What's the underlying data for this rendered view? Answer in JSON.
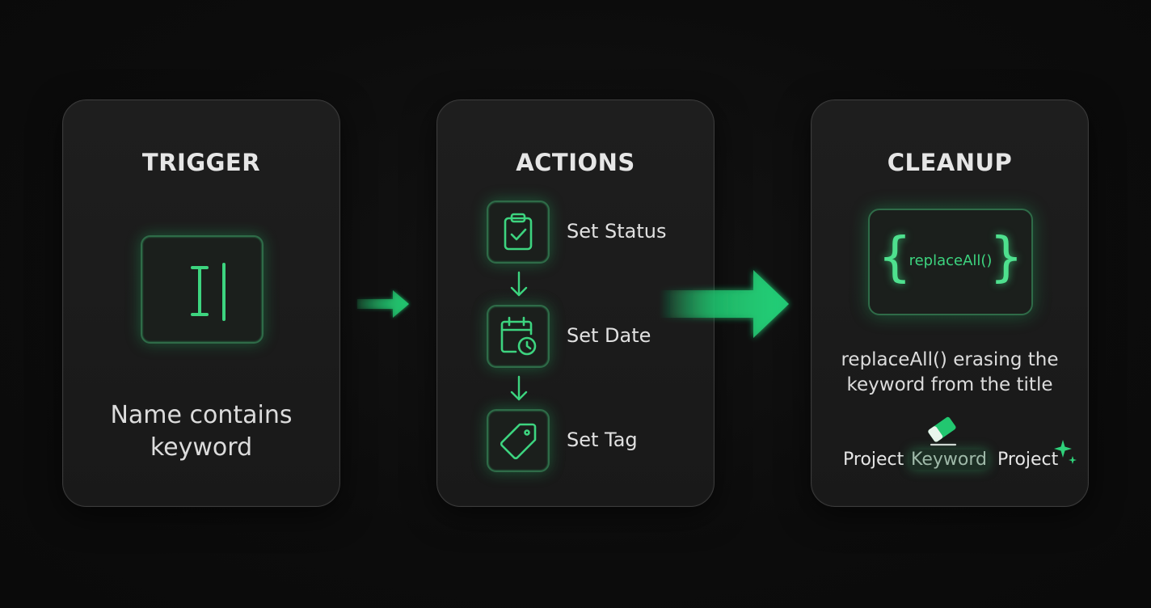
{
  "trigger": {
    "title": "TRIGGER",
    "icon": "text-cursor-icon",
    "description_lines": [
      "Name contains",
      "keyword"
    ]
  },
  "actions": {
    "title": "ACTIONS",
    "items": [
      {
        "label": "Set Status",
        "icon": "clipboard-check-icon"
      },
      {
        "label": "Set Date",
        "icon": "calendar-clock-icon"
      },
      {
        "label": "Set Tag",
        "icon": "tag-icon"
      }
    ]
  },
  "cleanup": {
    "title": "CLEANUP",
    "code": "replaceAll()",
    "description_lines": [
      "replaceAll() erasing the",
      "keyword from the title"
    ],
    "example": {
      "word_before": "Project",
      "keyword": "Keyword",
      "word_after": "Project"
    },
    "icons": [
      "eraser-icon",
      "sparkle-icon"
    ]
  },
  "colors": {
    "accent": "#3dd47f",
    "background": "#0c0c0c",
    "card": "#1c1c1c",
    "card_border": "#3b3b3b"
  }
}
